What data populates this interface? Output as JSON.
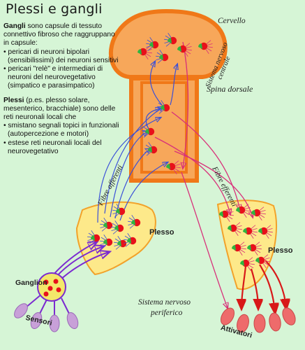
{
  "title": "Plessi e gangli",
  "gangli": {
    "term": "Gangli",
    "text": " sono capsule di tessuto connettivo fibroso che raggruppano in capsule:",
    "items": [
      "• pericari di neuroni bipolari (sensibilissimi) dei neuroni sensitivi",
      "• pericari \"relè\" e intermediari di neuroni del neurovegetativo (simpatico e parasimpatico)"
    ]
  },
  "plessi": {
    "term": "Plessi",
    "text": " (p.es. plesso solare, mesenterico, bracchiale) sono delle reti neuronali locali che",
    "items": [
      "• smistano segnali topici in funzionali (autopercezione e motori)",
      "• estese reti neuronali locali del neurovegetativo"
    ]
  },
  "labels": {
    "cervello": "Cervello",
    "sistema_nervoso_centrale": "Sistema nervoso centrale",
    "spina_dorsale": "Spina dorsale",
    "fibre_efferenti": "Fibre efferenti",
    "fibre_afferenti": "Fibre afferenti",
    "plesso_left": "Plesso",
    "plesso_right": "Plesso",
    "ganglion": "Ganglion",
    "sensori": "Sensori",
    "sistema_nervoso_periferico_1": "Sistema nervoso",
    "sistema_nervoso_periferico_2": "periferico",
    "attivatori": "Attivatori"
  },
  "colors": {
    "background": "#d6f5d6",
    "cns_fill": "#f7a75a",
    "cns_border": "#f07818",
    "plexus_fill": "#fde98a",
    "plexus_border": "#f2a22a",
    "ganglion_fill": "#f3e86a",
    "neuron_red": "#e8101a",
    "neuron_green": "#2fb540",
    "sensor_fill": "#c8a0d8",
    "actuator_fill": "#ee6b6b",
    "afferent_blue": "#3a50d8",
    "efferent_pink": "#d8307a",
    "efferent_red": "#d81818",
    "sensory_purple": "#7b2bd0"
  }
}
